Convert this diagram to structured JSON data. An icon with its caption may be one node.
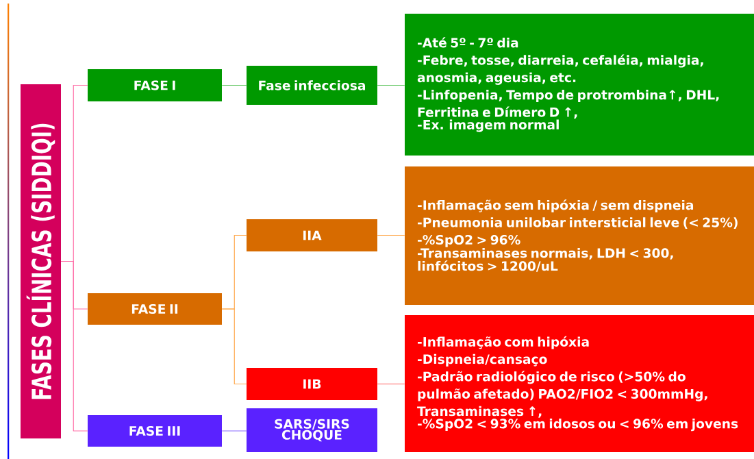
{
  "diagram": {
    "nodes": [
      {
        "text": [
          "FASES CLÍNICAS (SIDDIQI)"
        ]
      },
      {
        "text": [
          "FASE I"
        ]
      },
      {
        "text": [
          "FASE II"
        ]
      },
      {
        "text": [
          "FASE III"
        ]
      },
      {
        "text": [
          "Fase infecciosa"
        ]
      },
      {
        "text": [
          "IIA"
        ]
      },
      {
        "text": [
          "IIB"
        ]
      },
      {
        "text": [
          "SARS/SIRS CHOQUE"
        ]
      },
      {
        "text": [
          "-Até 5º - 7º dia",
          "-Febre, tosse, diarreia, cefaléia, mialgia, anosmia, ageusia, etc.",
          "-Linfopenia, Tempo de protrombina↑, DHL, Ferritina e Dímero D ↑,",
          "-Ex. imagem normal"
        ]
      },
      {
        "text": [
          "-Inflamação sem hipóxia / sem dispneia",
          "-Pneumonia unilobar intersticial leve (< 25%)",
          "-%SpO2 > 96%",
          "-Transaminases normais, LDH < 300, linfócitos > 1200/uL"
        ]
      },
      {
        "text": [
          "-Inflamação com hipóxia",
          "-Dispneia/cansaço",
          "-Padrão radiológico de risco (>50% do pulmão afetado) PAO2/FIO2 < 300mmHg, Transaminases ↑,",
          "-%SpO2 < 93% em idosos ou < 96% em jovens"
        ]
      }
    ],
    "edges": [
      {
        "from": 0,
        "to": 1,
        "arrow": "none",
        "color": "#ff6fa8"
      },
      {
        "from": 0,
        "to": 2,
        "arrow": "none",
        "color": "#ff6fa8"
      },
      {
        "from": 0,
        "to": 3,
        "arrow": "none",
        "color": "#ff6fa8"
      },
      {
        "from": 1,
        "to": 4,
        "arrow": "none",
        "color": "#5ec45e"
      },
      {
        "from": 4,
        "to": 8,
        "arrow": "none",
        "color": "#5ec45e"
      },
      {
        "from": 2,
        "to": 5,
        "arrow": "none",
        "color": "#ffa94d"
      },
      {
        "from": 2,
        "to": 6,
        "arrow": "none",
        "color": "#ffa94d"
      },
      {
        "from": 5,
        "to": 9,
        "arrow": "none",
        "color": "#ffa94d"
      },
      {
        "from": 6,
        "to": 10,
        "arrow": "none",
        "color": "#ff5a5a"
      },
      {
        "from": 3,
        "to": 7,
        "arrow": "none",
        "color": "#8a6bff"
      }
    ]
  }
}
